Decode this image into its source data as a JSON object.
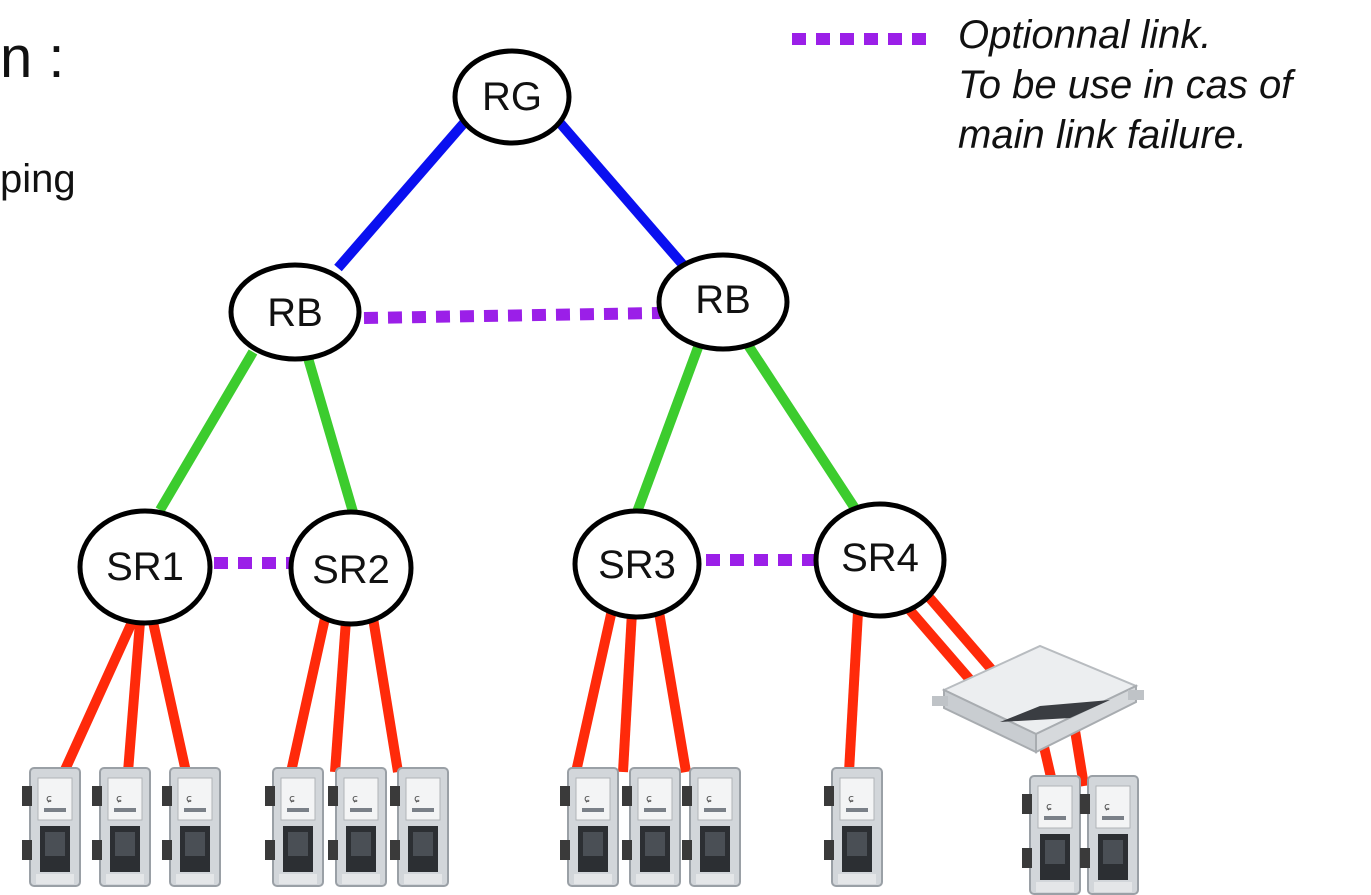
{
  "heading_fragment": "n :",
  "subheading_fragment": "ping",
  "legend": {
    "optional_link_color": "#9b1fe8",
    "line1": "Optionnal link.",
    "line2": "To be use in cas of",
    "line3": "main link failure."
  },
  "link_colors": {
    "root_to_branch": "#0a10f0",
    "branch_to_subrouter": "#3ccc2e",
    "subrouter_to_outlet": "#ff2a0a",
    "optional": "#9b1fe8"
  },
  "nodes": {
    "rg": "RG",
    "rb_left": "RB",
    "rb_right": "RB",
    "sr1": "SR1",
    "sr2": "SR2",
    "sr3": "SR3",
    "sr4": "SR4"
  },
  "icons": {
    "outlet": "network-outlet-icon",
    "switch": "network-switch-icon"
  }
}
